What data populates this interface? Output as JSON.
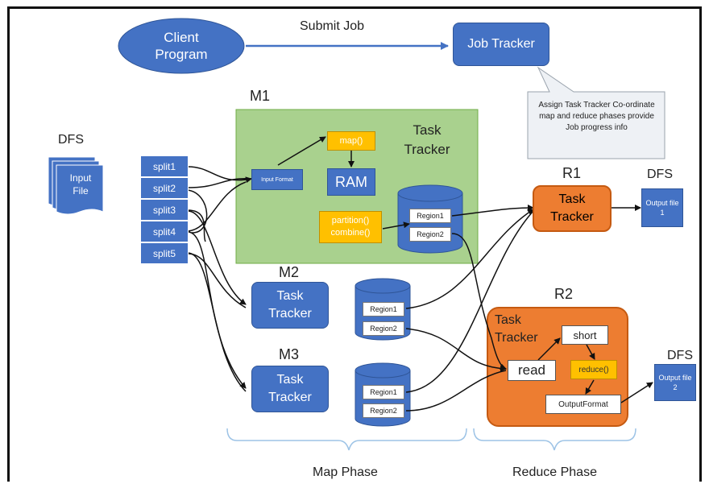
{
  "client": "Client Program",
  "submit_job": "Submit Job",
  "job_tracker": "Job Tracker",
  "callout": "Assign Task Tracker Co-ordinate map and reduce phases provide Job progress info",
  "dfs_in": {
    "label": "DFS",
    "file": "Input File"
  },
  "splits": [
    "split1",
    "split2",
    "split3",
    "split4",
    "split5"
  ],
  "m1": {
    "label": "M1",
    "task_tracker": "Task Tracker",
    "input_format": "Input Format",
    "map": "map()",
    "ram": "RAM",
    "partition_combine": "partition() combine()",
    "region1": "Region1",
    "region2": "Region2"
  },
  "m2": {
    "label": "M2",
    "task_tracker": "Task Tracker",
    "region1": "Region1",
    "region2": "Region2"
  },
  "m3": {
    "label": "M3",
    "task_tracker": "Task Tracker",
    "region1": "Region1",
    "region2": "Region2"
  },
  "r1": {
    "label": "R1",
    "task_tracker": "Task Tracker",
    "dfs": "DFS",
    "output": "Output file 1"
  },
  "r2": {
    "label": "R2",
    "task_tracker": "Task Tracker",
    "read": "read",
    "short": "short",
    "reduce": "reduce()",
    "output_format": "OutputFormat",
    "dfs": "DFS",
    "output": "Output file 2"
  },
  "map_phase": "Map Phase",
  "reduce_phase": "Reduce Phase",
  "colors": {
    "blue": "#4472c4",
    "green": "#a9d18e",
    "orange": "#ed7d31",
    "yellow": "#ffc000"
  }
}
